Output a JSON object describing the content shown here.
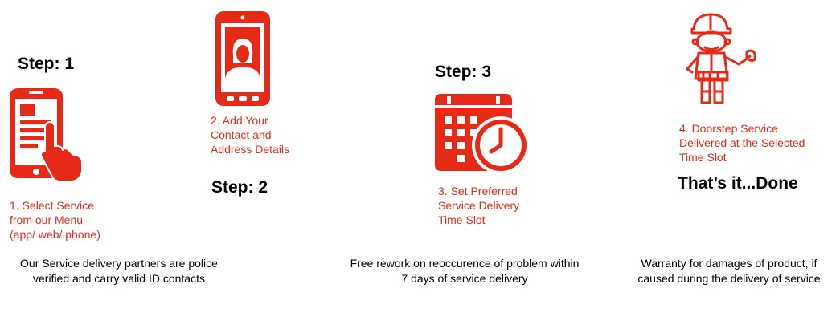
{
  "accent_color": "#e52b17",
  "steps": [
    {
      "heading": "Step: 1",
      "text": "1. Select Service\nfrom our Menu\n(app/ web/ phone)",
      "icon": "phone-tap-icon"
    },
    {
      "heading": "Step: 2",
      "text": "2. Add Your\nContact and\nAddress Details",
      "icon": "phone-profile-icon"
    },
    {
      "heading": "Step: 3",
      "text": "3. Set Preferred\nService Delivery\nTime Slot",
      "icon": "calendar-clock-icon"
    },
    {
      "heading": "That’s it...Done",
      "text": "4. Doorstep Service\nDelivered at the Selected\nTime Slot",
      "icon": "repairman-icon"
    }
  ],
  "notes": [
    "Our Service delivery partners are police\nverified and carry valid ID contacts",
    "Free rework on reoccurence of problem within\n7 days of service delivery",
    "Warranty for damages of product, if\ncaused during the delivery of service"
  ]
}
